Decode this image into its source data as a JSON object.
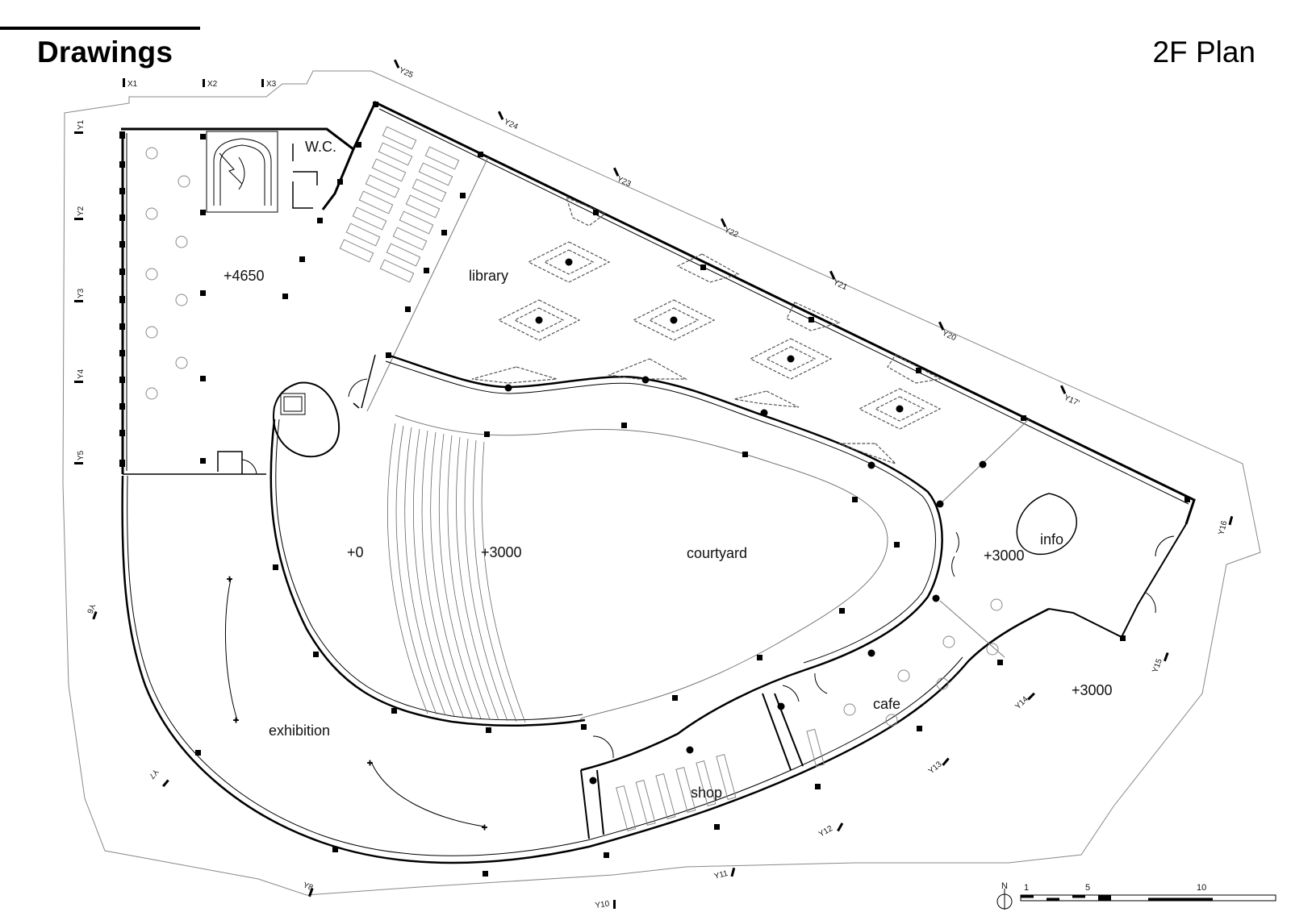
{
  "header": {
    "title": "Drawings",
    "subtitle": "2F Plan"
  },
  "rooms": [
    {
      "id": "wc",
      "label": "W.C."
    },
    {
      "id": "lounge",
      "label": "+4650"
    },
    {
      "id": "library",
      "label": "library"
    },
    {
      "id": "plus0",
      "label": "+0"
    },
    {
      "id": "steps",
      "label": "+3000"
    },
    {
      "id": "courtyard",
      "label": "courtyard"
    },
    {
      "id": "lobby",
      "label": "+3000"
    },
    {
      "id": "info",
      "label": "info"
    },
    {
      "id": "terrace",
      "label": "+3000"
    },
    {
      "id": "cafe",
      "label": "cafe"
    },
    {
      "id": "exhibition",
      "label": "exhibition"
    },
    {
      "id": "shop",
      "label": "shop"
    }
  ],
  "grid_x": [
    "X1",
    "X2",
    "X3"
  ],
  "grid_y": [
    "Y1",
    "Y2",
    "Y3",
    "Y4",
    "Y5",
    "Y6",
    "Y7",
    "Y8",
    "Y10",
    "Y11",
    "Y12",
    "Y13",
    "Y14",
    "Y15",
    "Y16",
    "Y17'",
    "Y20",
    "Y21",
    "Y22",
    "Y23",
    "Y24",
    "Y25"
  ],
  "scale": {
    "north": "N",
    "ticks": [
      "1",
      "5",
      "10"
    ]
  }
}
